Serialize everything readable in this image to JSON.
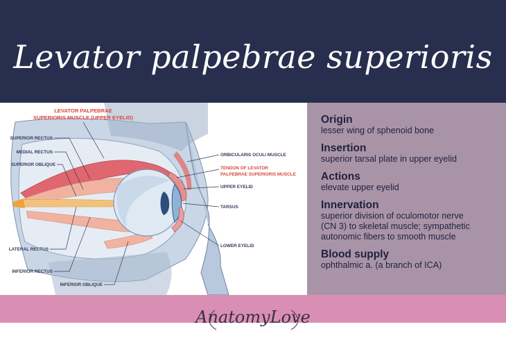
{
  "title": "Levator palpebrae superioris",
  "colors": {
    "header_bg": "#282e4d",
    "info_bg": "#a994a7",
    "footer_band": "#d98fb3",
    "label_red": "#d8473a",
    "label_dark": "#333a58"
  },
  "figure": {
    "title_line1": "LEVATOR PALPEBRAE",
    "title_line2": "SUPERIORIS MUSCLE (UPPER EYELID)",
    "labels": {
      "superior_rectus": "SUPERIOR RECTUS",
      "medial_rectus": "MEDIAL RECTUS",
      "superior_oblique": "SUPERIOR OBLIQUE",
      "lateral_rectus": "LATERAL RECTUS",
      "inferior_rectus": "INFERIOR RECTUS",
      "inferior_oblique": "INFERIOR OBLIQUE",
      "orbicularis_oculi": "ORBICULARIS OCULI MUSCLE",
      "tendon_line1": "TENDON OF LEVATOR",
      "tendon_line2": "PALPEBRAE SUPERIORIS MUSCLE",
      "upper_eyelid": "UPPER EYELID",
      "tarsus": "TARSUS",
      "lower_eyelid": "LOWER EYELID"
    }
  },
  "info": {
    "origin": {
      "heading": "Origin",
      "lines": [
        "lesser wing of sphenoid bone"
      ]
    },
    "insertion": {
      "heading": "Insertion",
      "lines": [
        "superior tarsal plate in upper eyelid"
      ]
    },
    "actions": {
      "heading": "Actions",
      "lines": [
        "elevate upper eyelid"
      ]
    },
    "innervation": {
      "heading": "Innervation",
      "lines": [
        "superior division of oculomotor nerve",
        "(CN 3) to skeletal muscle; sympathetic",
        "autonomic fibers to smooth muscle"
      ]
    },
    "blood_supply": {
      "heading": "Blood supply",
      "lines": [
        "ophthalmic a. (a branch of ICA)"
      ]
    }
  },
  "footer": {
    "logo": "AnatomyLove"
  }
}
